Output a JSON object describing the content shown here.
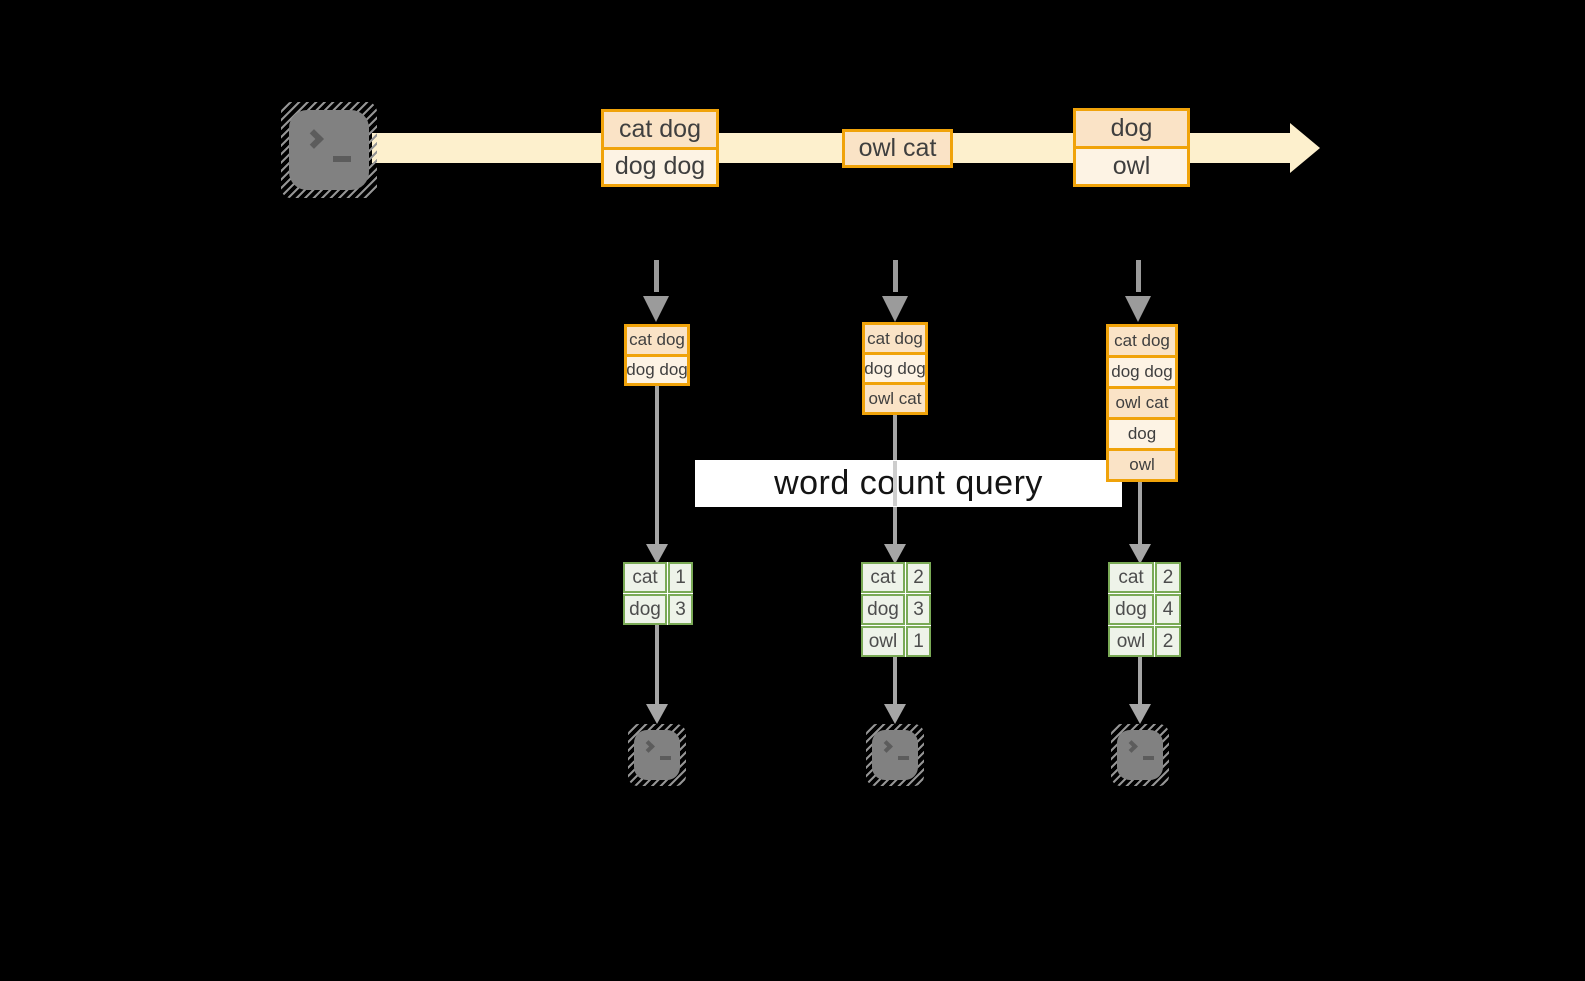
{
  "diagram": {
    "title": "word count query",
    "stream": {
      "messages": [
        {
          "rows": [
            "cat dog",
            "dog dog"
          ]
        },
        {
          "rows": [
            "owl cat"
          ]
        },
        {
          "rows": [
            "dog",
            "owl"
          ]
        }
      ]
    },
    "batches": [
      {
        "rows": [
          "cat dog",
          "dog dog"
        ]
      },
      {
        "rows": [
          "cat dog",
          "dog dog",
          "owl cat"
        ]
      },
      {
        "rows": [
          "cat dog",
          "dog dog",
          "owl cat",
          "dog",
          "owl"
        ]
      }
    ],
    "results": [
      {
        "rows": [
          [
            "cat",
            "1"
          ],
          [
            "dog",
            "3"
          ]
        ]
      },
      {
        "rows": [
          [
            "cat",
            "2"
          ],
          [
            "dog",
            "3"
          ],
          [
            "owl",
            "1"
          ]
        ]
      },
      {
        "rows": [
          [
            "cat",
            "2"
          ],
          [
            "dog",
            "4"
          ],
          [
            "owl",
            "2"
          ]
        ]
      }
    ],
    "icons": {
      "source": "terminal-icon",
      "sinks": [
        "terminal-icon",
        "terminal-icon",
        "terminal-icon"
      ]
    },
    "colors": {
      "background": "#000000",
      "stream_band": "#fdf0cd",
      "message_fill_dark": "#fae3c6",
      "message_fill_light": "#fdf3e4",
      "message_border": "#f0a30a",
      "table_border": "#7aaa56",
      "table_fill": "#eef3e9",
      "arrow_gray": "#a6a6a6",
      "query_background": "#ffffff"
    }
  }
}
